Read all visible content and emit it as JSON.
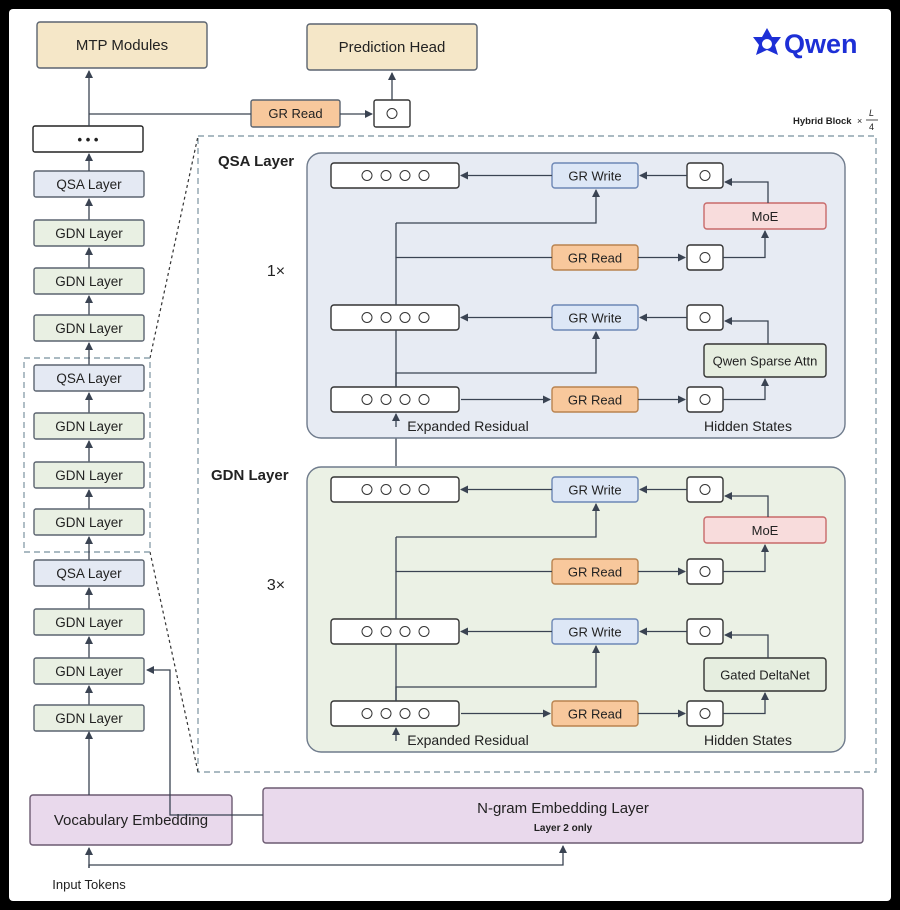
{
  "colors": {
    "top_box": "#f5e7c8",
    "gr_read": "#f8c89c",
    "gr_write": "#dde7f6",
    "moe": "#f8dcdc",
    "layer_box": "#e9f0e3",
    "qsa_box": "#e4e9f3",
    "embed": "#e9d9ec",
    "qsa_panel": "#e7ebf3",
    "gdn_panel": "#ebf1e5",
    "brand": "#1d2fd6"
  },
  "logo": {
    "text": "Qwen",
    "icon": "qwen-star-icon"
  },
  "top": {
    "mtp": "MTP Modules",
    "prediction_head": "Prediction Head",
    "gr_read": "GR Read"
  },
  "stack": {
    "ellipsis": "• • •",
    "layers": [
      "QSA Layer",
      "GDN Layer",
      "GDN Layer",
      "GDN Layer",
      "QSA Layer",
      "GDN Layer",
      "GDN Layer",
      "GDN Layer",
      "QSA Layer",
      "GDN Layer",
      "GDN Layer",
      "GDN Layer"
    ]
  },
  "hybrid_block": {
    "label": "Hybrid Block",
    "times": "×",
    "numerator": "L",
    "denominator": "4"
  },
  "qsa_panel": {
    "title": "QSA Layer",
    "repeat": "1×",
    "gr_write": "GR Write",
    "gr_read": "GR Read",
    "moe": "MoE",
    "attn": "Qwen Sparse Attn",
    "expanded_residual": "Expanded Residual",
    "hidden_states": "Hidden States"
  },
  "gdn_panel": {
    "title": "GDN Layer",
    "repeat": "3×",
    "gr_write": "GR Write",
    "gr_read": "GR Read",
    "moe": "MoE",
    "attn": "Gated DeltaNet",
    "expanded_residual": "Expanded Residual",
    "hidden_states": "Hidden States"
  },
  "bottom": {
    "vocab": "Vocabulary Embedding",
    "ngram": "N-gram Embedding Layer",
    "ngram_sub": "Layer 2 only",
    "input_tokens": "Input Tokens"
  }
}
